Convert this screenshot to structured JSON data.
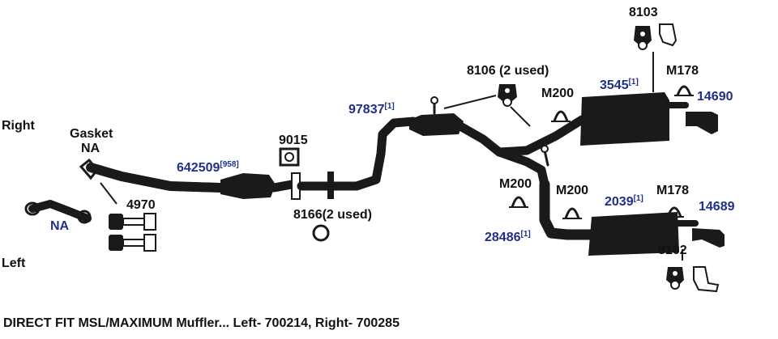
{
  "side_labels": {
    "right": "Right",
    "left": "Left"
  },
  "labels": {
    "gasket_title": "Gasket",
    "gasket_na": "NA",
    "left_na": "NA",
    "p4970": "4970",
    "p642509": "642509",
    "p642509_sup": "[958]",
    "p9015": "9015",
    "p8166": "8166(2 used)",
    "p97837": "97837",
    "p97837_sup": "[1]",
    "p8106": "8106 (2 used)",
    "p8103": "8103",
    "m200_top": "M200",
    "p3545": "3545",
    "p3545_sup": "[1]",
    "m178_top": "M178",
    "p14690": "14690",
    "m200_mid": "M200",
    "m200_low": "M200",
    "p2039": "2039",
    "p2039_sup": "[1]",
    "m178_low": "M178",
    "p14689": "14689",
    "p28486": "28486",
    "p28486_sup": "[1]",
    "p8102": "8102"
  },
  "footer": "DIRECT FIT MSL/MAXIMUM Muffler... Left- 700214, Right- 700285",
  "colors": {
    "part_number": "#1f2f8a",
    "label": "#111111",
    "parts": "#1a1a1a"
  }
}
